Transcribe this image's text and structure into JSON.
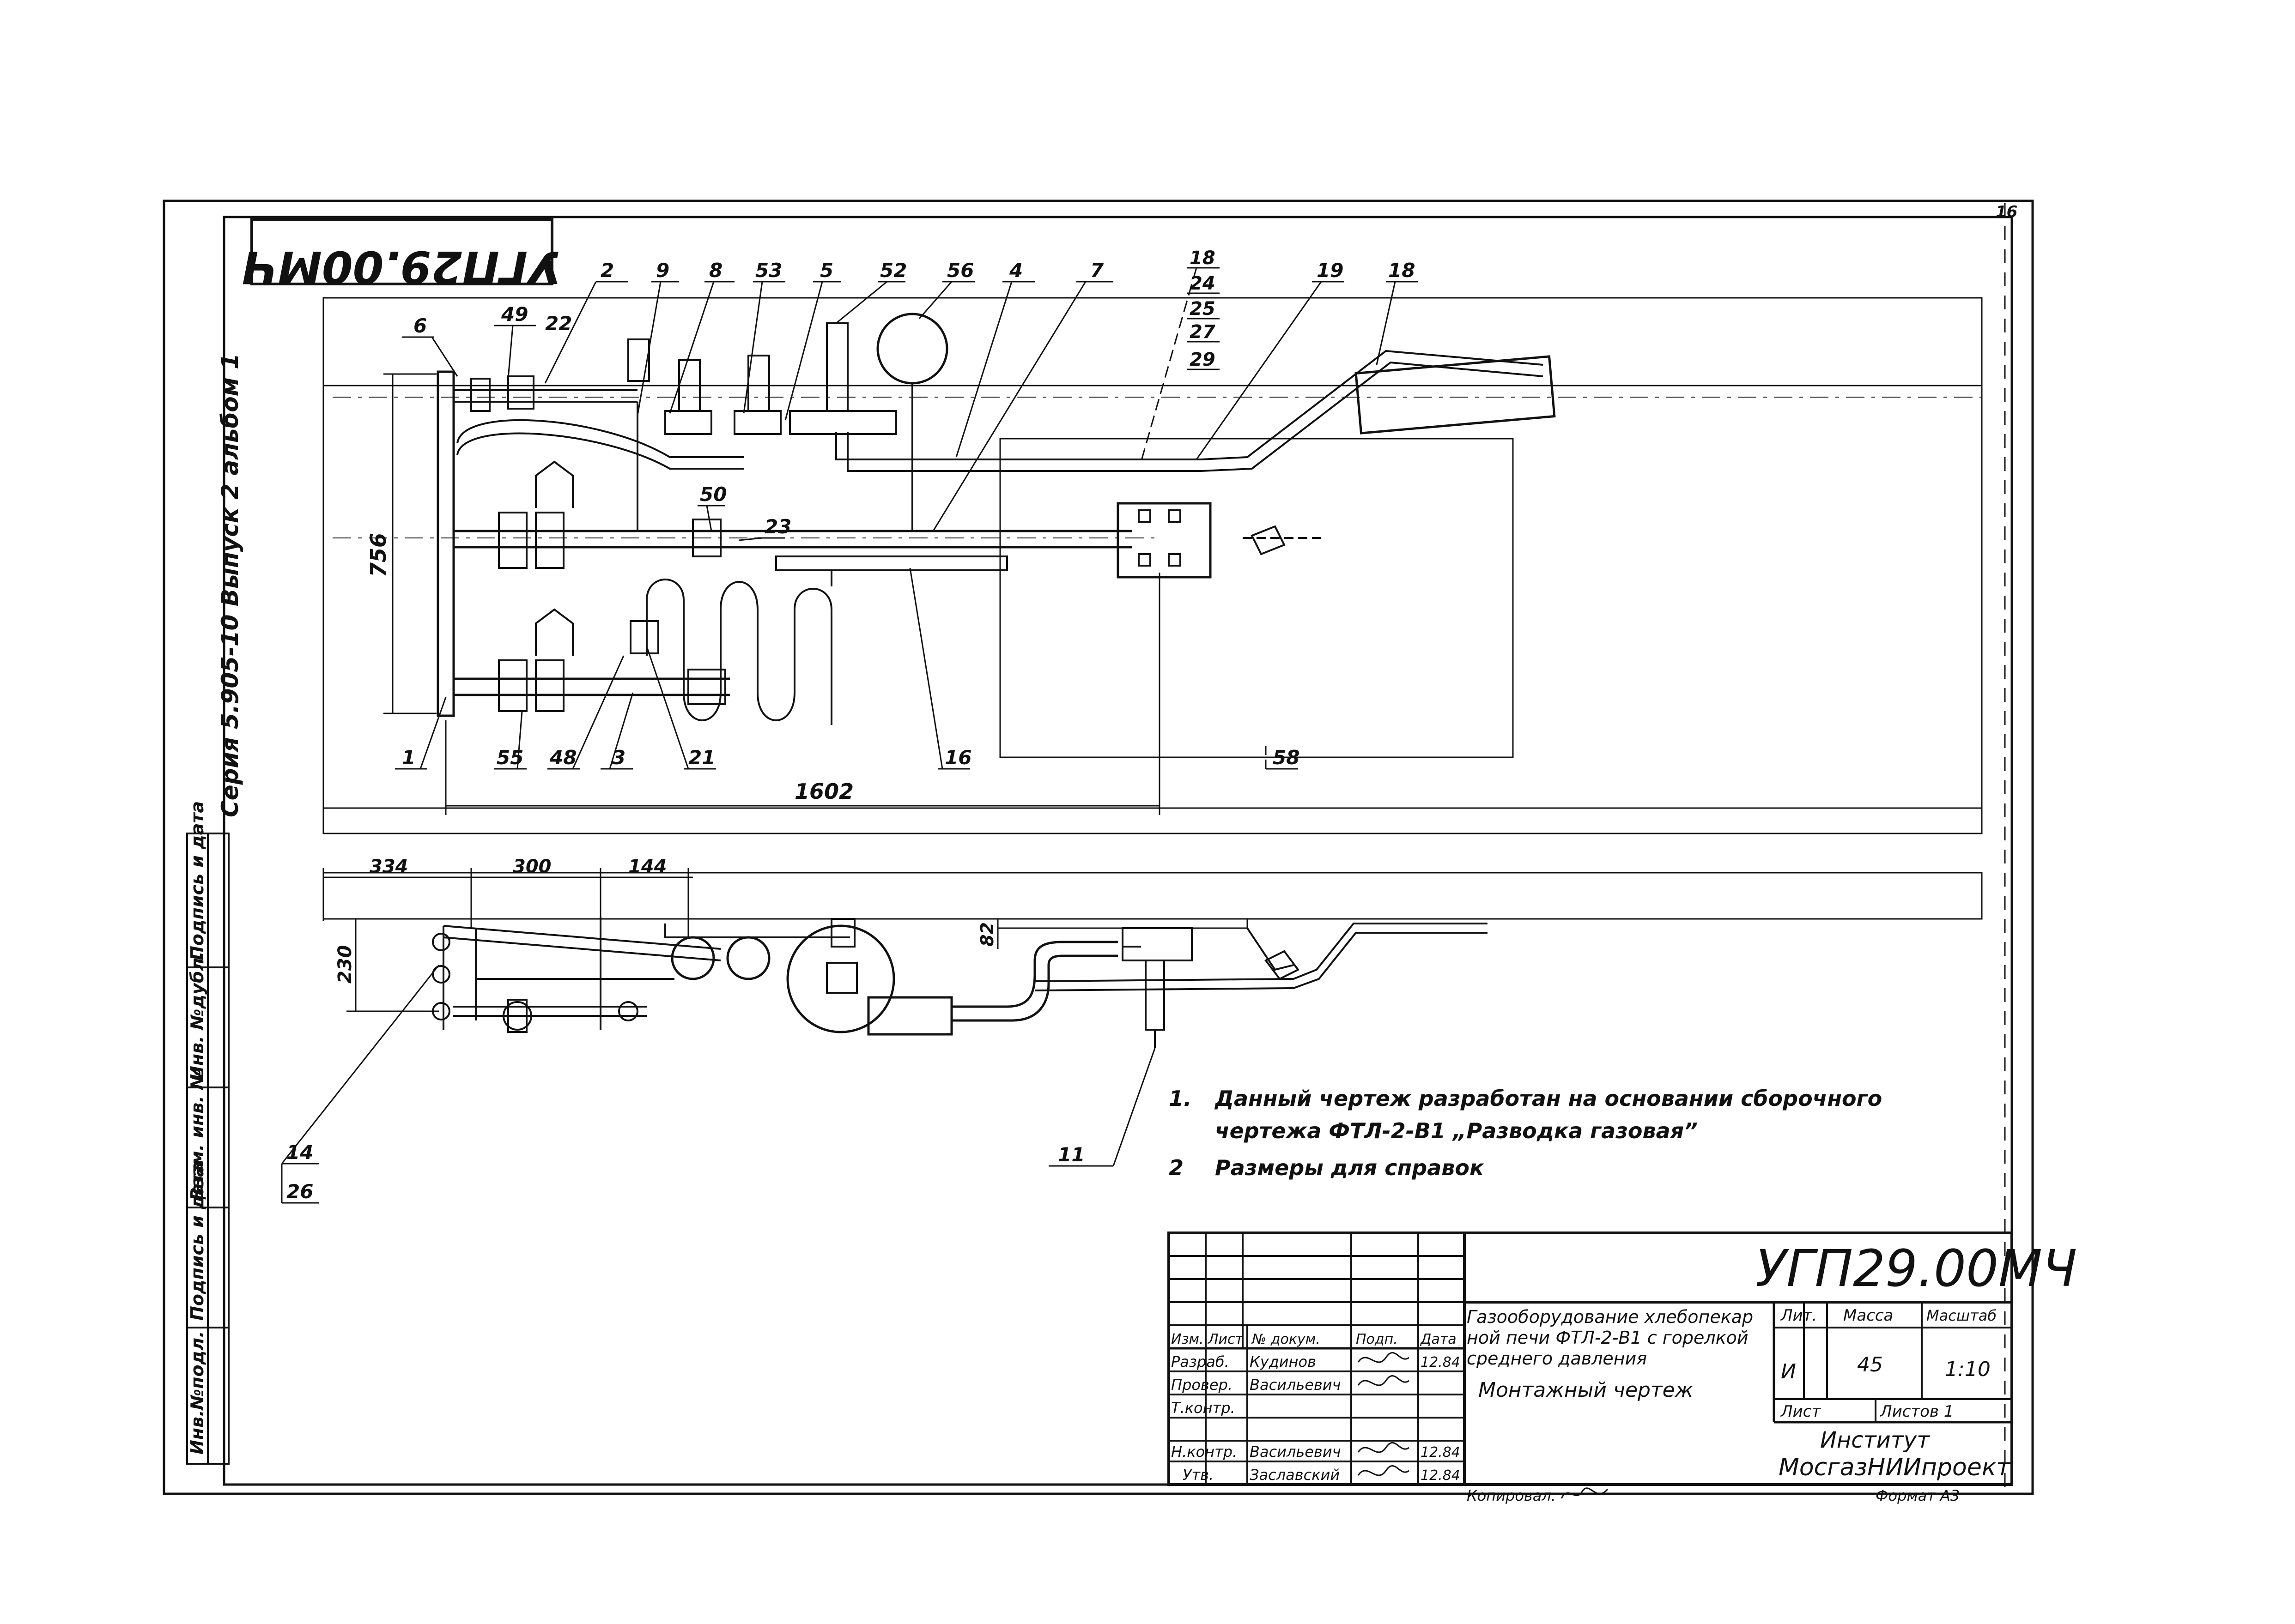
{
  "sheet": {
    "number": "16",
    "doc_code_top": "УГП29.00МЧ",
    "series": "Серия  5.905-10   Выпуск 2  альбом 1"
  },
  "side_stamp": [
    "Инв.№подл.",
    "Подпись и дата",
    "Взам. инв. №",
    "Инв. №дубл.",
    "Подпись и дата"
  ],
  "callouts": {
    "c1": "1",
    "c2": "2",
    "c3": "3",
    "c4": "4",
    "c5": "5",
    "c6": "6",
    "c7": "7",
    "c8": "8",
    "c9": "9",
    "c11": "11",
    "c14": "14",
    "c16": "16",
    "c18": "18",
    "c18b": "18",
    "c19": "19",
    "c21": "21",
    "c22": "22",
    "c23": "23",
    "c24": "24",
    "c25": "25",
    "c26": "26",
    "c27": "27",
    "c29": "29",
    "c48": "48",
    "c49": "49",
    "c50": "50",
    "c52": "52",
    "c53": "53",
    "c55": "55",
    "c56": "56",
    "c58": "58"
  },
  "dimensions": {
    "d756": "756",
    "d1602": "1602",
    "d334": "334",
    "d300": "300",
    "d144": "144",
    "d230": "230",
    "d82": "82"
  },
  "notes": {
    "n1_num": "1.",
    "n1_line1": "Данный  чертеж  разработан  на основании сборочного",
    "n1_line2": "чертежа ФТЛ-2-В1 „Разводка газовая”",
    "n2_num": "2",
    "n2_line1": "Размеры для  справок"
  },
  "title_block": {
    "code": "УГП29.00МЧ",
    "name_line1": "Газооборудование хлебопекар",
    "name_line2": "ной печи ФТЛ-2-В1 с горелкой",
    "name_line3": "среднего давления",
    "name_line4": "Монтажный чертеж",
    "col_izm": "Изм.",
    "col_list": "Лист",
    "col_ndok": "№ докум.",
    "col_podp": "Подп.",
    "col_data": "Дата",
    "razrab_role": "Разраб.",
    "razrab_name": "Кудинов",
    "razrab_date": "12.84",
    "prover_role": "Провер.",
    "prover_name": "Васильевич",
    "tkontr_role": "Т.контр.",
    "nkontr_role": "Н.контр.",
    "nkontr_name": "Васильевич",
    "nkontr_date": "12.84",
    "utv_role": "Утв.",
    "utv_name": "Заславский",
    "utv_date": "12.84",
    "lit_label": "Лит.",
    "massa_label": "Масса",
    "masshtab_label": "Масштаб",
    "lit_value": "И",
    "massa_value": "45",
    "masshtab_value": "1:10",
    "list_label": "Лист",
    "listov_label": "Листов 1",
    "org_line1": "Институт",
    "org_line2": "МосгазНИИпроект",
    "copied_label": "Копировал:",
    "format_label": "Формат А3"
  }
}
